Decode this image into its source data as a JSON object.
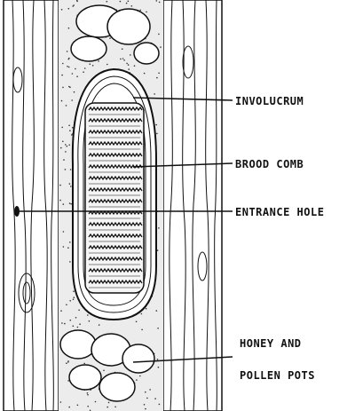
{
  "labels": {
    "involucrum": "INVOLUCRUM",
    "brood_comb": "BROOD COMB",
    "entrance_hole": "ENTRANCE HOLE",
    "pots_line1": "HONEY AND",
    "pots_line2": "POLLEN POTS"
  }
}
